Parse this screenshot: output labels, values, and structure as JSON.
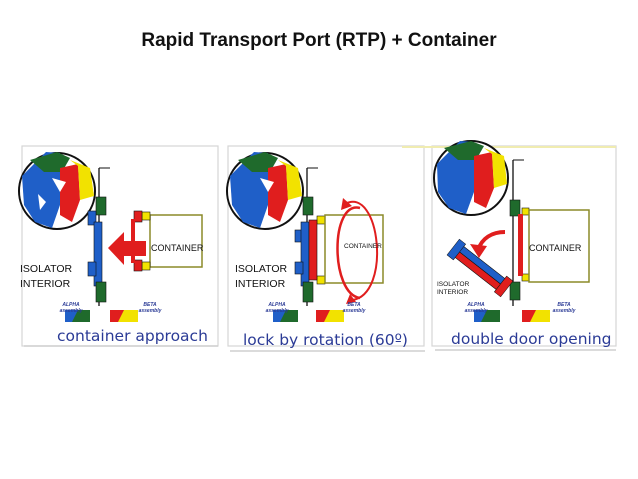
{
  "title": "Rapid Transport Port (RTP) + Container",
  "colors": {
    "blue": "#1f5fc8",
    "red": "#e01e1e",
    "green": "#1f6a2c",
    "yellow": "#f2e200",
    "caption": "#2b3b96"
  },
  "panels": [
    {
      "caption": "container approach",
      "container_label": "CONTAINER",
      "isolator_label": [
        "ISOLATOR",
        "INTERIOR"
      ],
      "legend": {
        "alpha": [
          "ALPHA",
          "assembly"
        ],
        "beta": [
          "BETA",
          "assembly"
        ]
      }
    },
    {
      "caption": "lock by rotation (60º)",
      "container_label": "CONTAINER",
      "isolator_label": [
        "ISOLATOR",
        "INTERIOR"
      ],
      "legend": {
        "alpha": [
          "ALPHA",
          "assembly"
        ],
        "beta": [
          "BETA",
          "assembly"
        ]
      }
    },
    {
      "caption": "double door opening",
      "container_label": "CONTAINER",
      "isolator_label": [
        "ISOLATOR",
        "INTERIOR"
      ],
      "legend": {
        "alpha": [
          "ALPHA",
          "assembly"
        ],
        "beta": [
          "BETA",
          "assembly"
        ]
      }
    }
  ]
}
